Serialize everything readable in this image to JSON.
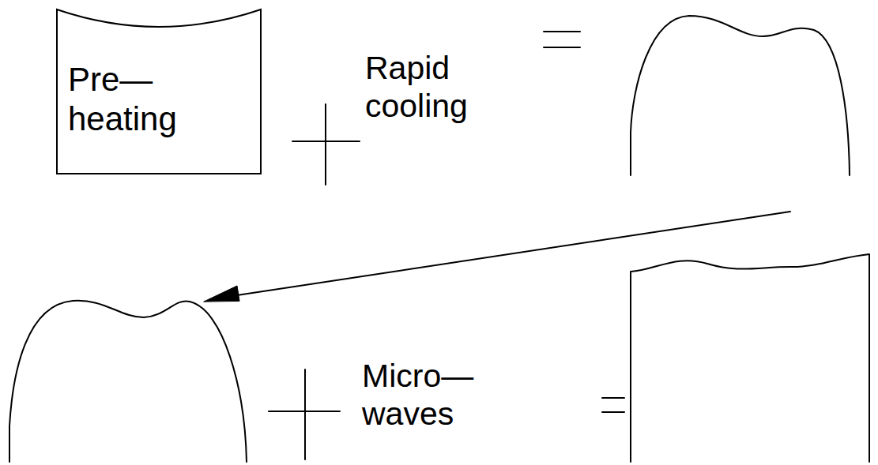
{
  "diagram": {
    "nodes": [
      {
        "text": [
          "Pre— heating"
        ]
      }
    ],
    "labels": [
      "Rapid cooling",
      "Micro— waves"
    ]
  }
}
